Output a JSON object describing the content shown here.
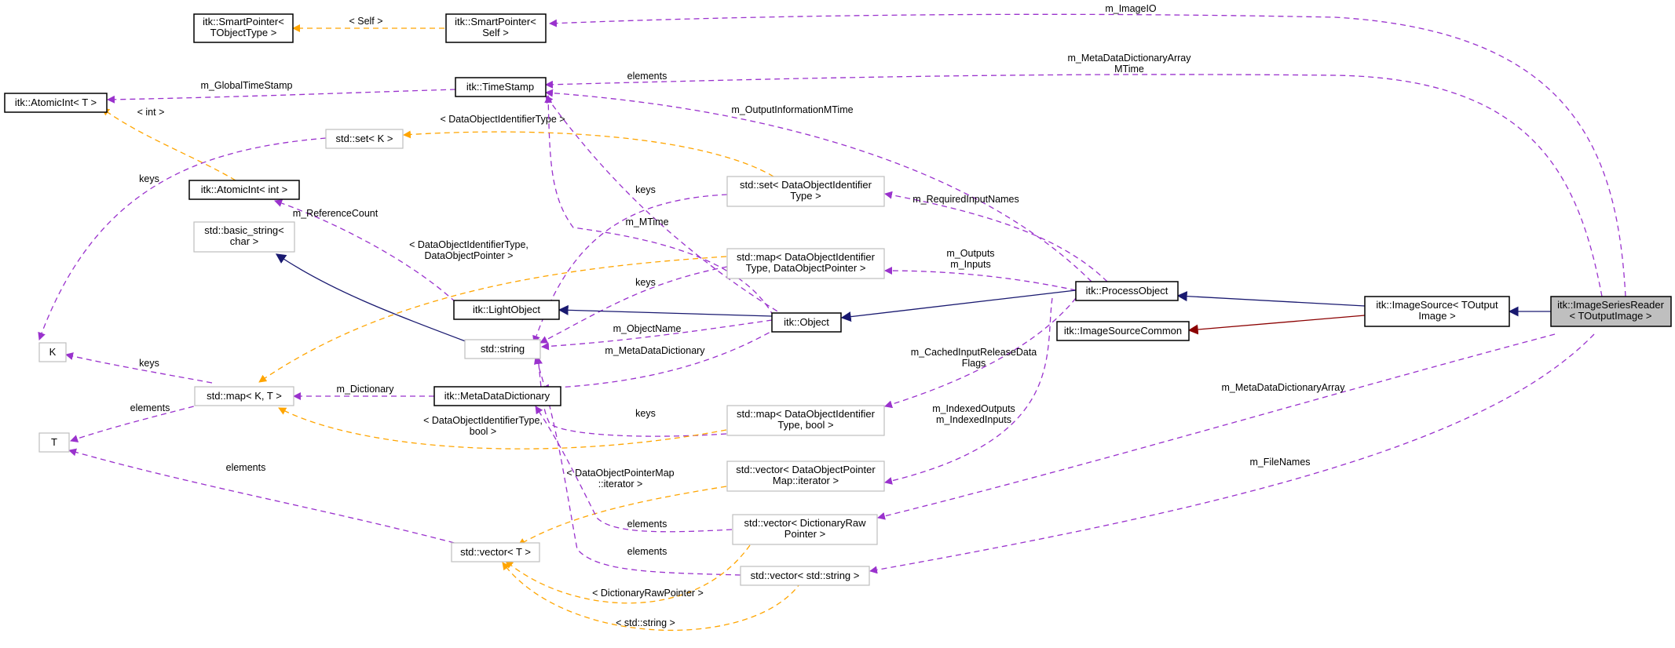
{
  "colors": {
    "usage": "#9a32cd",
    "template": "#ffa500",
    "public_inherit": "#191970",
    "protected_inherit": "#8b0000",
    "documented_border": "#000000",
    "external_border": "#bfbfbf",
    "selected_fill": "#bfbfbf"
  },
  "nodes": {
    "sp_tobject": [
      "itk::SmartPointer<",
      "TObjectType >"
    ],
    "sp_self": [
      "itk::SmartPointer<",
      "Self >"
    ],
    "timestamp": [
      "itk::TimeStamp"
    ],
    "atomicint_t": [
      "itk::AtomicInt< T >"
    ],
    "set_k": [
      "std::set< K >"
    ],
    "atomicint_int": [
      "itk::AtomicInt< int >"
    ],
    "basic_string": [
      "std::basic_string<",
      "char >"
    ],
    "set_doi": [
      "std::set< DataObjectIdentifier",
      "Type >"
    ],
    "map_doi_dop": [
      "std::map< DataObjectIdentifier",
      "Type, DataObjectPointer >"
    ],
    "lightobject": [
      "itk::LightObject"
    ],
    "object": [
      "itk::Object"
    ],
    "processobject": [
      "itk::ProcessObject"
    ],
    "imagesource": [
      "itk::ImageSource< TOutput",
      "Image >"
    ],
    "reader": [
      "itk::ImageSeriesReader",
      "< TOutputImage >"
    ],
    "isc": [
      "itk::ImageSourceCommon"
    ],
    "k": [
      "K"
    ],
    "string": [
      "std::string"
    ],
    "map_kt": [
      "std::map< K, T >"
    ],
    "mdd": [
      "itk::MetaDataDictionary"
    ],
    "t": [
      "T"
    ],
    "map_doi_bool": [
      "std::map< DataObjectIdentifier",
      "Type, bool >"
    ],
    "vec_dopm": [
      "std::vector< DataObjectPointer",
      "Map::iterator >"
    ],
    "vec_drp": [
      "std::vector< DictionaryRaw",
      "Pointer >"
    ],
    "vec_t": [
      "std::vector< T >"
    ],
    "vec_string": [
      "std::vector< std::string >"
    ]
  },
  "edge_labels": {
    "imageio": [
      "m_ImageIO"
    ],
    "mddamtime": [
      "m_MetaDataDictionaryArray",
      "MTime"
    ],
    "self": [
      "< Self >"
    ],
    "globaltimestamp": [
      "m_GlobalTimeStamp"
    ],
    "int": [
      "< int >"
    ],
    "elements_ts": [
      "elements"
    ],
    "outinfomtime": [
      "m_OutputInformationMTime"
    ],
    "doitype": [
      "< DataObjectIdentifierType >"
    ],
    "keys_k": [
      "keys"
    ],
    "keys_setdoi": [
      "keys"
    ],
    "refcount": [
      "m_ReferenceCount"
    ],
    "mtime": [
      "m_MTime"
    ],
    "reqinput": [
      "m_RequiredInputNames"
    ],
    "doitype_dop": [
      "< DataObjectIdentifierType,",
      "DataObjectPointer >"
    ],
    "keys_mapdop": [
      "keys"
    ],
    "outputs_inputs": [
      "m_Outputs",
      "m_Inputs"
    ],
    "objectname": [
      "m_ObjectName"
    ],
    "cached": [
      "m_CachedInputReleaseData",
      "Flags"
    ],
    "keys_mapkt": [
      "keys"
    ],
    "mdd_label": [
      "m_MetaDataDictionary"
    ],
    "dictionary": [
      "m_Dictionary"
    ],
    "elements_t": [
      "elements"
    ],
    "mdda": [
      "m_MetaDataDictionaryArray"
    ],
    "keys_bool": [
      "keys"
    ],
    "doitype_bool": [
      "< DataObjectIdentifierType,",
      "bool >"
    ],
    "indexed": [
      "m_IndexedOutputs",
      "m_IndexedInputs"
    ],
    "elements_vec": [
      "elements"
    ],
    "filenames": [
      "m_FileNames"
    ],
    "dopm_iter": [
      "< DataObjectPointerMap",
      "::iterator >"
    ],
    "elements_drp": [
      "elements"
    ],
    "elements_vs": [
      "elements"
    ],
    "drp": [
      "< DictionaryRawPointer >"
    ],
    "stdstring": [
      "< std::string >"
    ]
  }
}
